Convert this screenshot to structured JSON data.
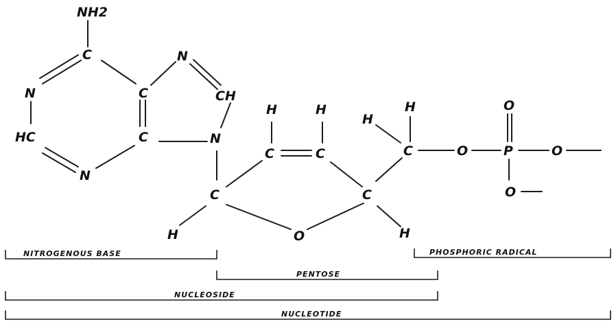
{
  "atoms": {
    "nh2": "NH2",
    "c_top": "C",
    "n_left": "N",
    "n_imid_top": "N",
    "c_fused_top": "C",
    "ch_imid": "CH",
    "hc_left": "HC",
    "c_fused_bottom": "C",
    "n_glyc": "N",
    "n_bottom": "N",
    "h_c2": "H",
    "h_c3": "H",
    "c2": "C",
    "c3": "C",
    "h_c5_left": "H",
    "h_c5_top": "H",
    "c5": "C",
    "o_ester": "O",
    "p": "P",
    "o_top": "O",
    "o_right": "O",
    "o_bottom": "O",
    "c1": "C",
    "c4": "C",
    "h_c1": "H",
    "o_ring": "O",
    "h_c4": "H"
  },
  "labels": {
    "nitrogenous_base": "NITROGENOUS BASE",
    "phosphoric_radical": "PHOSPHORIC RADICAL",
    "pentose": "PENTOSE",
    "nucleoside": "NUCLEOSIDE",
    "nucleotide": "NUCLEOTIDE"
  }
}
